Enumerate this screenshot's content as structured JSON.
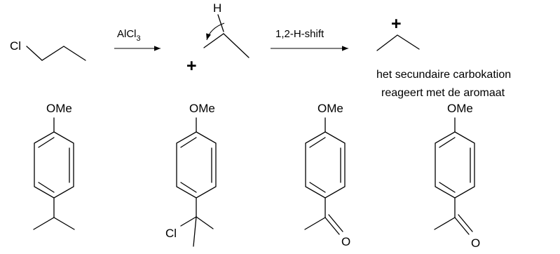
{
  "reaction": {
    "reactant_label": "Cl",
    "step1_reagent_main": "AlCl",
    "step1_reagent_sub": "3",
    "h_label": "H",
    "charge_symbol": "+",
    "step2_label": "1,2-H-shift",
    "note_line1": "het secundaire carbokation",
    "note_line2": "reageert met de aromaat"
  },
  "products": [
    {
      "substituent_label": "OMe"
    },
    {
      "substituent_label": "OMe",
      "extra_label": "Cl"
    },
    {
      "substituent_label": "OMe",
      "extra_label": "O"
    },
    {
      "substituent_label": "OMe",
      "extra_label": "O"
    }
  ],
  "colors": {
    "ink": "#000000",
    "background": "#ffffff"
  }
}
